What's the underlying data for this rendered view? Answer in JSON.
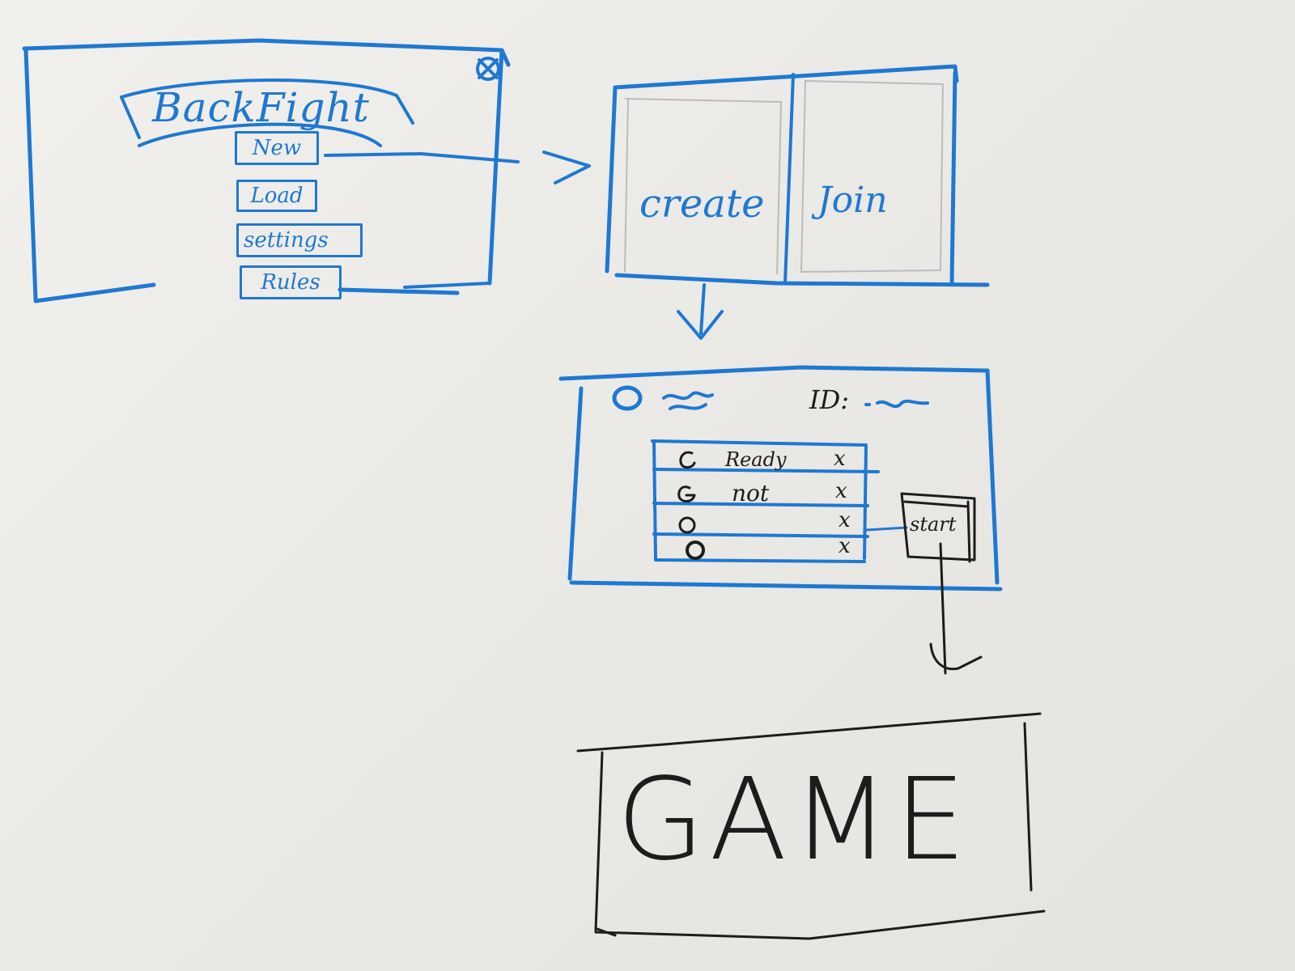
{
  "main_menu": {
    "title": "BackFight",
    "close_icon": "close-icon",
    "items": [
      {
        "label": "New"
      },
      {
        "label": "Load"
      },
      {
        "label": "settings"
      },
      {
        "label": "Rules"
      }
    ]
  },
  "mode_select": {
    "options": [
      {
        "label": "create"
      },
      {
        "label": "Join"
      }
    ]
  },
  "lobby": {
    "id_label": "ID:",
    "players": [
      {
        "status": "Ready",
        "remove": "x"
      },
      {
        "status": "not",
        "remove": "x"
      },
      {
        "status": "",
        "remove": "x"
      },
      {
        "status": "",
        "remove": "x"
      }
    ],
    "start_label": "start"
  },
  "game": {
    "label": "GAME"
  },
  "colors": {
    "marker_blue": "#1f78d1",
    "marker_black": "#1c1c1c",
    "board": "#ecebe7"
  }
}
